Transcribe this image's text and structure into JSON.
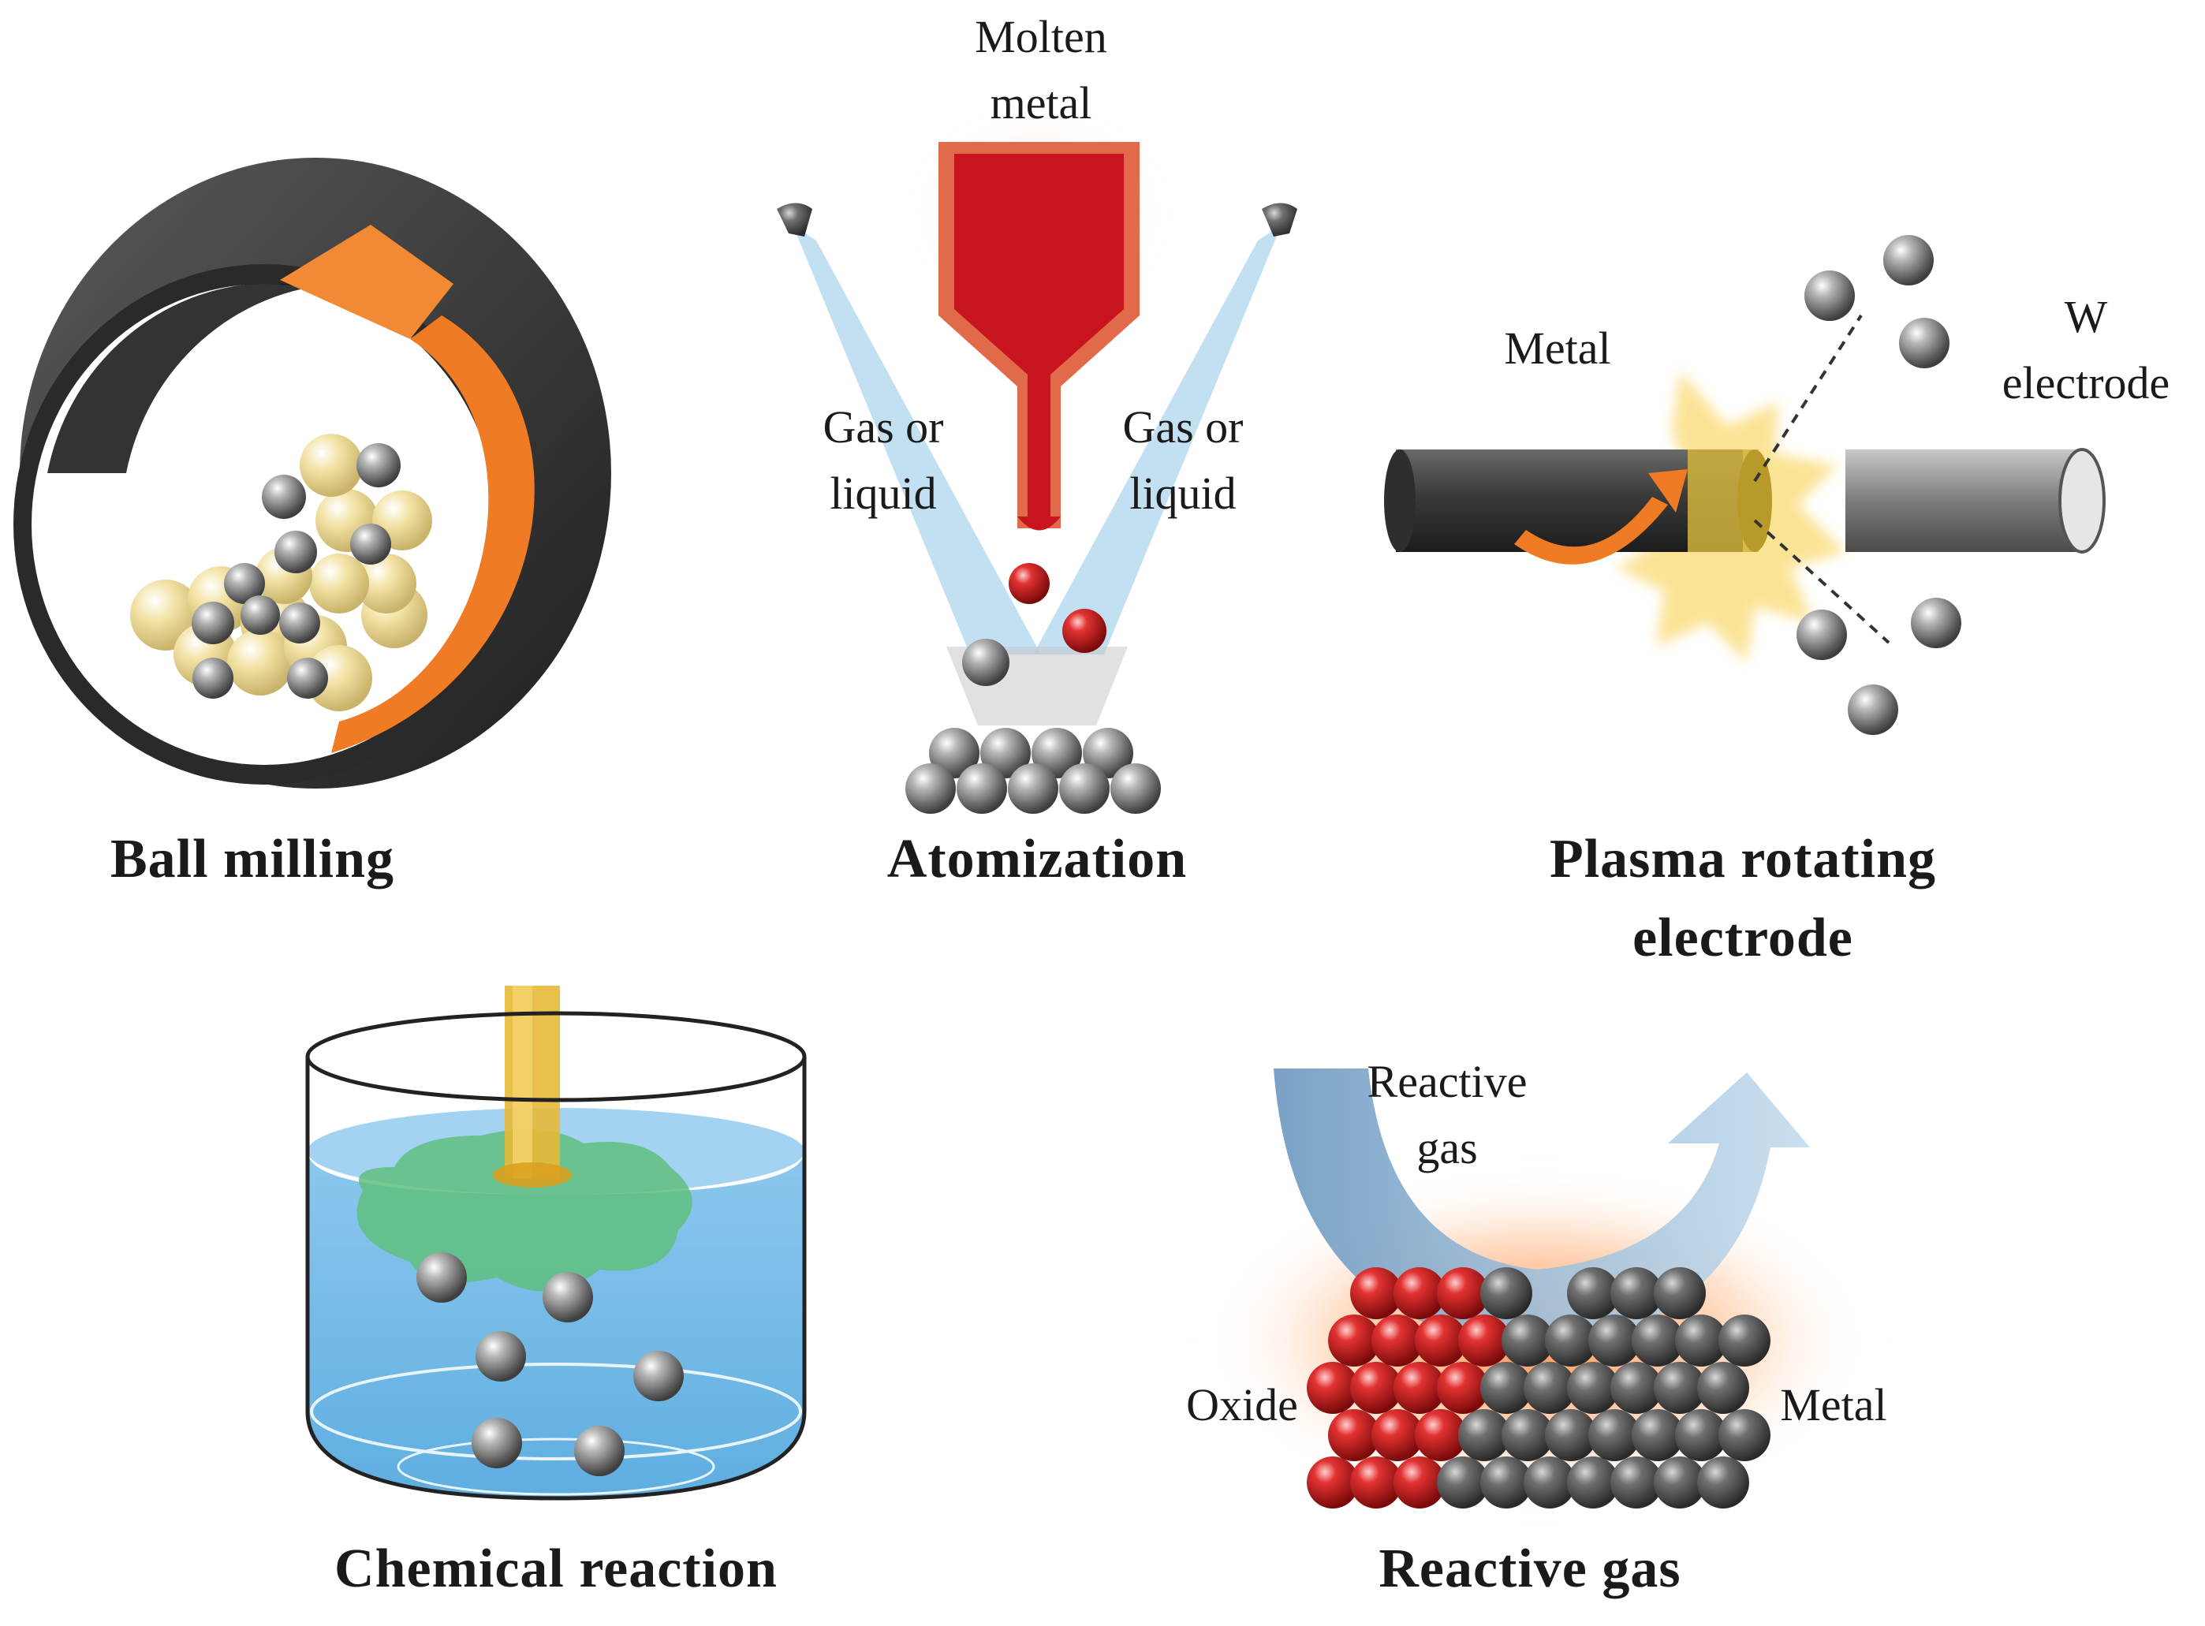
{
  "panels": {
    "ball_milling": {
      "title": "Ball milling"
    },
    "atomization": {
      "title": "Atomization",
      "molten_line1": "Molten",
      "molten_line2": "metal",
      "gas_left_line1": "Gas or",
      "gas_left_line2": "liquid",
      "gas_right_line1": "Gas or",
      "gas_right_line2": "liquid"
    },
    "plasma": {
      "title_line1": "Plasma rotating",
      "title_line2": "electrode",
      "metal_label": "Metal",
      "w_line1": "W",
      "w_line2": "electrode"
    },
    "chemical": {
      "title": "Chemical reaction"
    },
    "reactive": {
      "title": "Reactive gas",
      "gas_line1": "Reactive",
      "gas_line2": "gas",
      "oxide_label": "Oxide",
      "metal_label": "Metal"
    }
  },
  "colors": {
    "molten_red": "#d41e1e",
    "arrow_orange": "#f07d20",
    "gas_blue": "#a9d3ee",
    "liquid_blue": "#7dbfe8",
    "flash_yellow": "#fbe08a",
    "cream_ball": "#f3e3a6",
    "gray_ball": "#8a8a8a",
    "green_cloud": "#5fbf7f",
    "oxide_red": "#cc1e28"
  }
}
